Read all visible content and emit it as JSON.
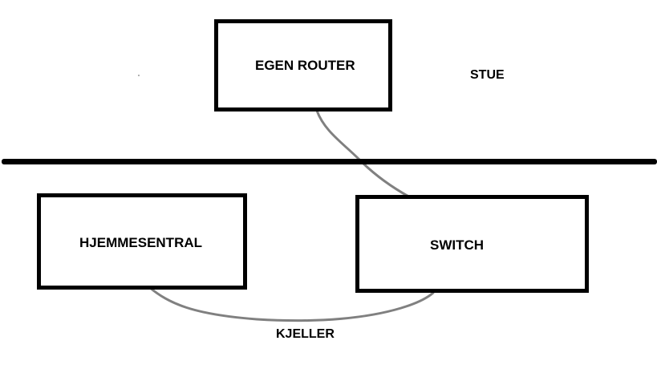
{
  "nodes": {
    "router": {
      "label": "EGEN ROUTER"
    },
    "switch": {
      "label": "SWITCH"
    },
    "central": {
      "label": "HJEMMESENTRAL"
    }
  },
  "areas": {
    "upper": "STUE",
    "lower": "KJELLER"
  },
  "colors": {
    "box_border": "#000000",
    "cable": "#808080",
    "divider": "#000000"
  }
}
